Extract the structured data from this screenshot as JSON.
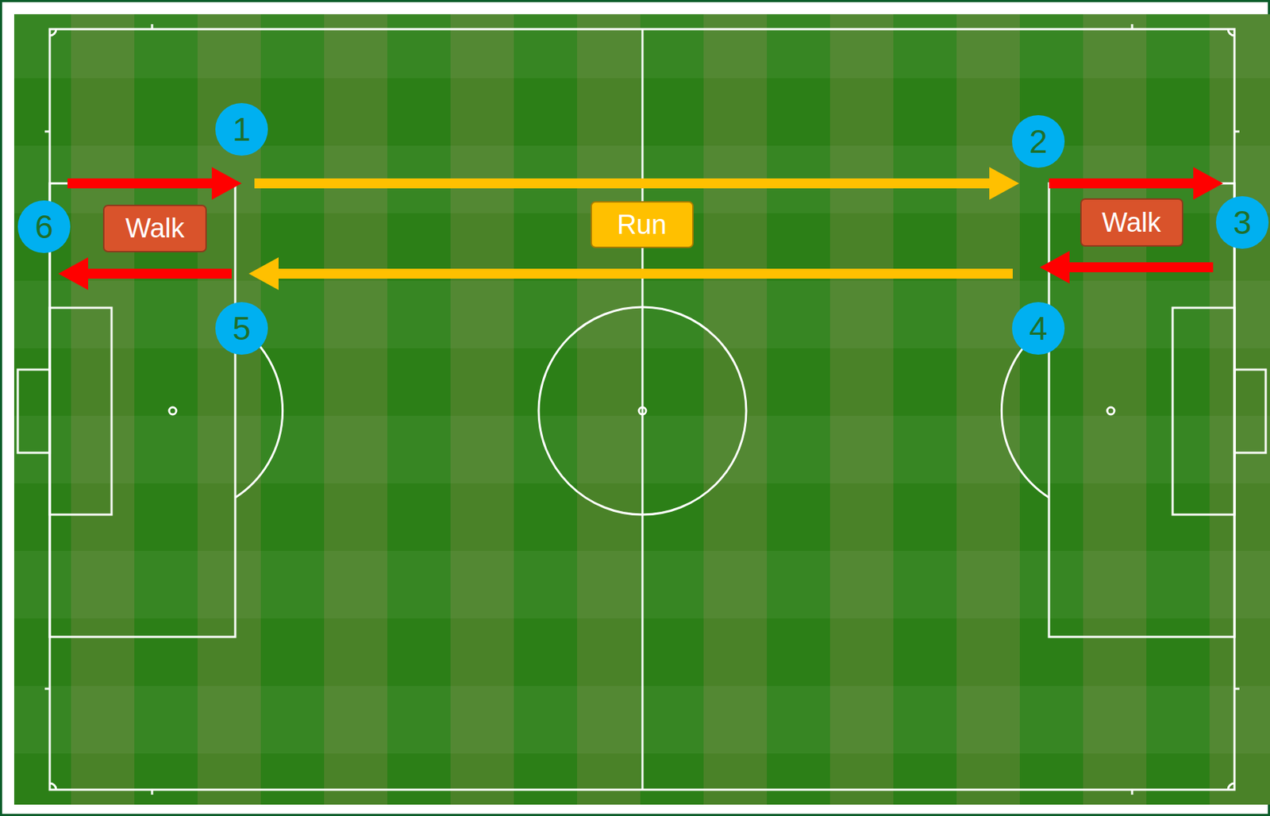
{
  "diagram": {
    "nodes": [
      {
        "text": [
          "1"
        ]
      },
      {
        "text": [
          "2"
        ]
      },
      {
        "text": [
          "3"
        ]
      },
      {
        "text": [
          "4"
        ]
      },
      {
        "text": [
          "5"
        ]
      },
      {
        "text": [
          "6"
        ]
      },
      {
        "text": [
          "Walk"
        ]
      },
      {
        "text": [
          "Run"
        ]
      },
      {
        "text": [
          "Walk"
        ]
      }
    ],
    "edges": [
      {
        "from": 5,
        "to": 0,
        "arrow": "to"
      },
      {
        "from": 0,
        "to": 1,
        "arrow": "to"
      },
      {
        "from": 1,
        "to": 2,
        "arrow": "to"
      },
      {
        "from": 2,
        "to": 3,
        "arrow": "to"
      },
      {
        "from": 3,
        "to": 4,
        "arrow": "to"
      },
      {
        "from": 4,
        "to": 5,
        "arrow": "to"
      }
    ]
  }
}
